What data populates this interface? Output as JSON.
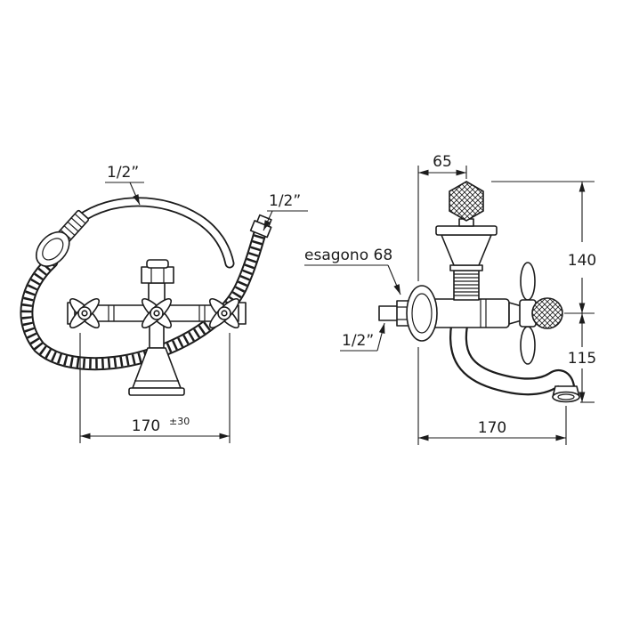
{
  "title": "Bath-shower mixer technical drawing",
  "background": "#ffffff",
  "line_color": "#1c1c1c",
  "front_view": {
    "labels": {
      "handshower_hose": "1/2”",
      "hose_union": "1/2”"
    },
    "dimensions": {
      "centers_width": "170",
      "centers_tolerance": "±30"
    }
  },
  "side_view": {
    "labels": {
      "hex_nut": "esagono 68",
      "inlet": "1/2”"
    },
    "dimensions": {
      "wall_to_axis": "65",
      "above_axis": "140",
      "below_axis": "115",
      "spout_reach": "170"
    }
  }
}
